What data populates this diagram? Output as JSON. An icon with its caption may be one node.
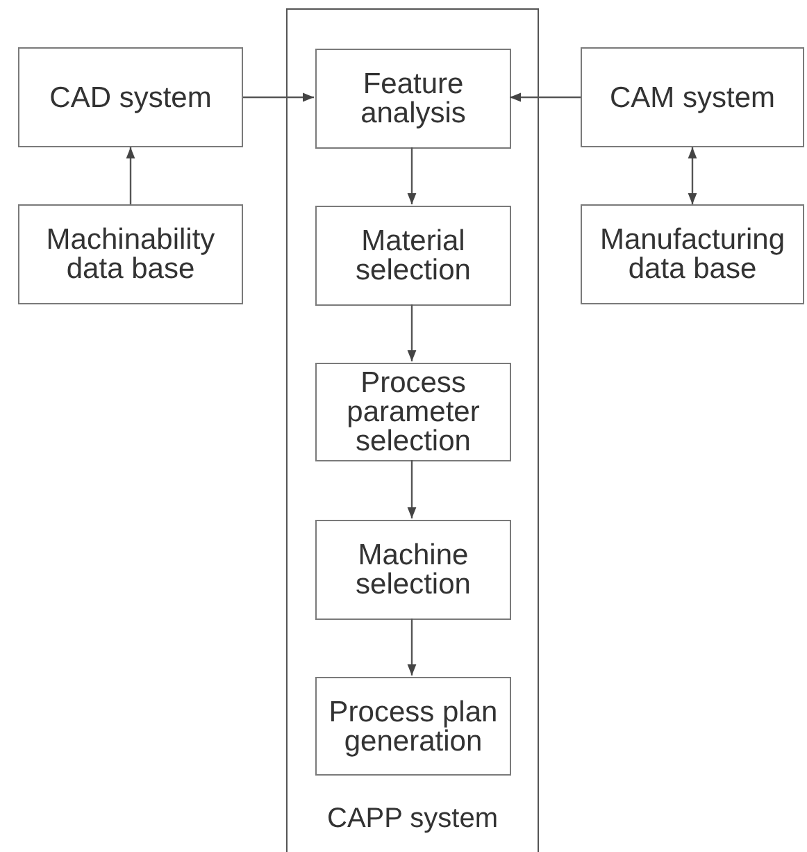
{
  "diagram": {
    "nodes": [
      {
        "text": [
          "CAD system"
        ]
      },
      {
        "text": [
          "CAPP system"
        ]
      },
      {
        "text": [
          "Feature analysis"
        ],
        "in": 1
      },
      {
        "text": [
          "CAM system"
        ]
      },
      {
        "text": [
          "Machinability data base"
        ]
      },
      {
        "text": [
          "Material selection"
        ],
        "in": 1
      },
      {
        "text": [
          "Manufacturing data base"
        ]
      },
      {
        "text": [
          "Process parameter selection"
        ],
        "in": 1
      },
      {
        "text": [
          "Machine selection"
        ],
        "in": 1
      },
      {
        "text": [
          "Process plan generation"
        ],
        "in": 1
      }
    ],
    "edges": [
      {
        "from": 0,
        "to": 2,
        "arrow": "to"
      },
      {
        "from": 3,
        "to": 2,
        "arrow": "to"
      },
      {
        "from": 4,
        "to": 0,
        "arrow": "to"
      },
      {
        "from": 3,
        "to": 6,
        "arrow": "both"
      },
      {
        "from": 2,
        "to": 5,
        "arrow": "to"
      },
      {
        "from": 5,
        "to": 7,
        "arrow": "to"
      },
      {
        "from": 7,
        "to": 8,
        "arrow": "to"
      },
      {
        "from": 8,
        "to": 9,
        "arrow": "to"
      }
    ]
  }
}
